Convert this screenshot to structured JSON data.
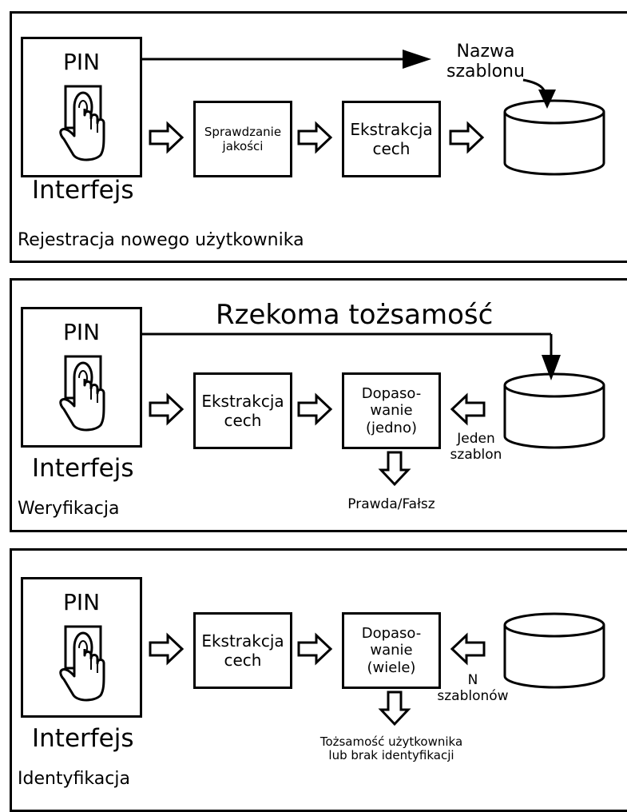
{
  "panels": [
    {
      "title": "Rejestracja nowego użytkownika",
      "interface": {
        "pin": "PIN",
        "label": "Interfejs"
      },
      "top_arrow_label": "Nazwa\nszablonu",
      "steps": [
        "Sprawdzanie\njakości",
        "Ekstrakcja\ncech"
      ],
      "database": "Baza danych"
    },
    {
      "title": "Weryfikacja",
      "interface": {
        "pin": "PIN",
        "label": "Interfejs"
      },
      "top_arrow_label": "Rzekoma tożsamość",
      "steps": [
        "Ekstrakcja\ncech",
        "Dopaso-\nwanie\n(jedno)"
      ],
      "database": "Baza danych",
      "db_link_label": "Jeden\nszablon",
      "output": "Prawda/Fałsz"
    },
    {
      "title": "Identyfikacja",
      "interface": {
        "pin": "PIN",
        "label": "Interfejs"
      },
      "steps": [
        "Ekstrakcja\ncech",
        "Dopaso-\nwanie\n(wiele)"
      ],
      "database": "Baza danych",
      "db_link_label": "N\nszablonów",
      "output": "Tożsamość użytkownika\nlub brak identyfikacji"
    }
  ]
}
